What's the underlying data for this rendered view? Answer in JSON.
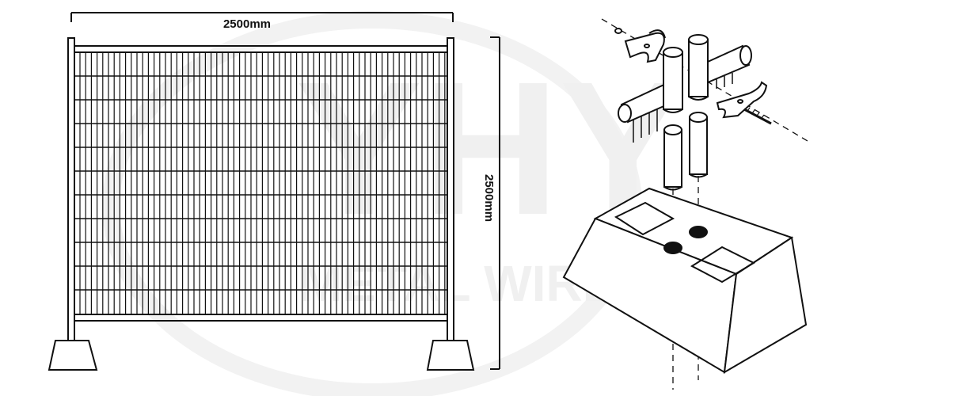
{
  "dimensions": {
    "width_label": "2500mm",
    "height_label": "2500mm"
  },
  "watermark": {
    "logo_text": "YHY",
    "tagline": "METAL WIRE MESH",
    "color": "#f0f0f0"
  },
  "colors": {
    "line": "#111111",
    "background": "#ffffff"
  }
}
